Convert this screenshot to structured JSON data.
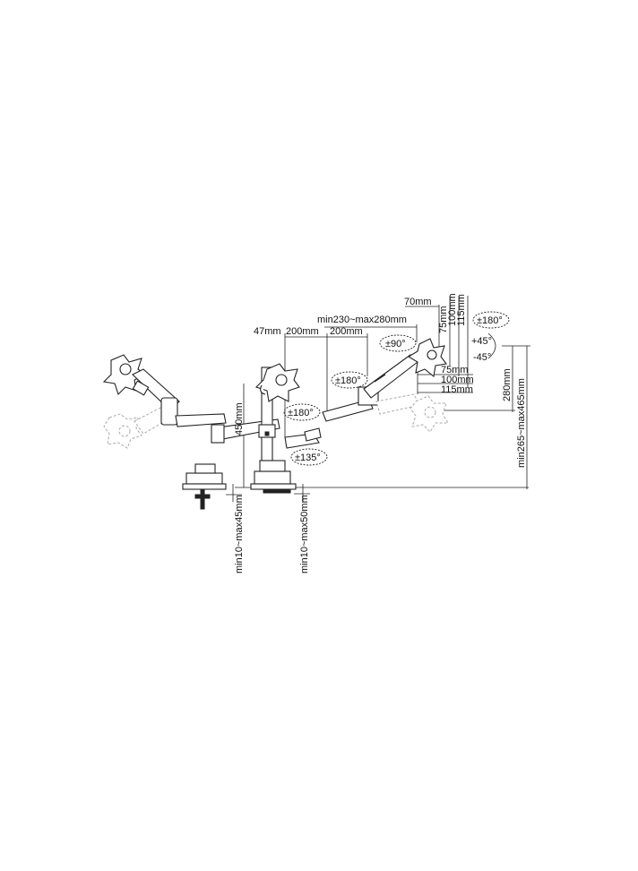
{
  "labels": {
    "tilt_offset": "70mm",
    "arm_span": "min230~max280mm",
    "left_offset": "47mm",
    "seg_a": "200mm",
    "seg_b": "200mm",
    "vesa_v1": "75mm",
    "vesa_v2": "100mm",
    "vesa_v3": "115mm",
    "vesa_h1": "75mm",
    "vesa_h2": "100mm",
    "vesa_h3": "115mm",
    "rot_top": "±180°",
    "tilt_up": "+45°",
    "tilt_down": "-45°",
    "rot_90": "±90°",
    "rot_180_arm": "±180°",
    "rot_180_mid": "±180°",
    "rot_135": "±135°",
    "pole_height": "450mm",
    "lift_range": "280mm",
    "height_range": "min265~max465mm",
    "clamp_range": "min10~max45mm",
    "grommet_range": "min10~max50mm"
  }
}
